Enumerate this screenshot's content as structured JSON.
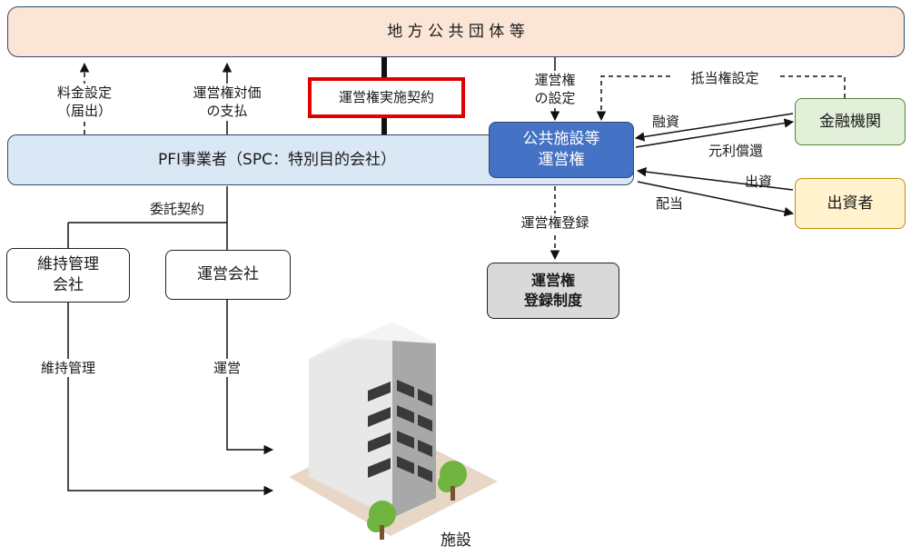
{
  "nodes": {
    "local_gov": "地 方 公 共 団 体 等",
    "pfi": "PFI事業者（SPC：特別目的会社）",
    "concession": "公共施設等\n運営権",
    "registry": "運営権\n登録制度",
    "finance": "金融機関",
    "investor": "出資者",
    "maintenance_co": "維持管理\n会社",
    "operating_co": "運営会社",
    "contract": "運営権実施契約",
    "facility": "施設"
  },
  "labels": {
    "fee": "料金設定\n（届出）",
    "payment": "運営権対価\nの支払",
    "setting": "運営権\nの設定",
    "mortgage": "抵当権設定",
    "loan": "融資",
    "repayment": "元利償還",
    "investment": "出資",
    "dividend": "配当",
    "registration": "運営権登録",
    "consign": "委託契約",
    "maintain": "維持管理",
    "operate": "運営"
  },
  "colors": {
    "local_gov_fill": "#fbe5d6",
    "pfi_fill": "#dae8f5",
    "concession_fill": "#4472c4",
    "registry_fill": "#d9d9d9",
    "finance_fill": "#e2efd9",
    "investor_fill": "#fff2cc",
    "contract_border": "#e00000"
  }
}
